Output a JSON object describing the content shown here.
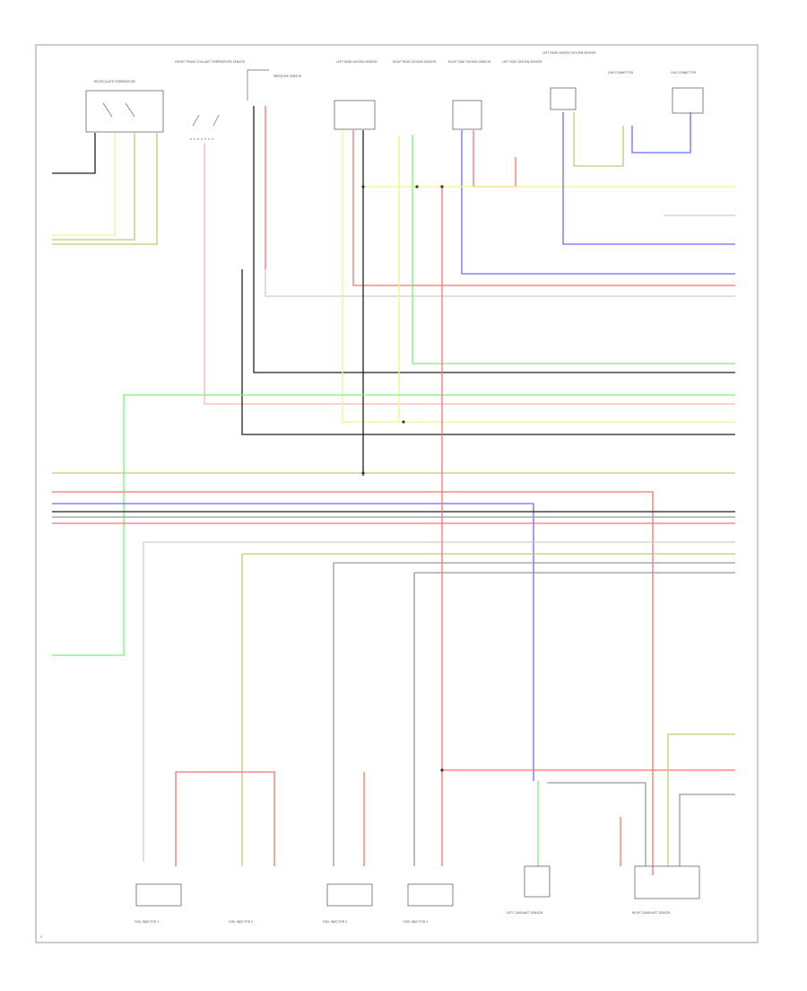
{
  "colors": {
    "yellow": "#f4f48a",
    "red": "#ff7070",
    "pink": "#ffb4b4",
    "blue": "#6a6aff",
    "green": "#7af07a",
    "black": "#222222",
    "gray": "#9a9a9a",
    "light_gray": "#cfcfcf",
    "olive": "#c8c870",
    "frame": "#9a9a9a"
  },
  "diagram": {
    "top_components": [
      {
        "id": "c1",
        "label": "RECIRCULATE TEMPERATURE"
      },
      {
        "id": "c2",
        "label": "FRONT TRUNK COOLANT TEMPERATURE SENSOR"
      },
      {
        "id": "c3",
        "label": "PRESSURE SENSOR"
      },
      {
        "id": "c4",
        "label": "LEFT REAR OXYGEN SENSOR"
      },
      {
        "id": "c5",
        "label": "RIGHT REAR OXYGEN SENSOR"
      },
      {
        "id": "c6",
        "label": "RIGHT SIDE OXYGEN SENSOR"
      },
      {
        "id": "c7",
        "label": "LEFT SIDE OXYGEN SENSOR"
      },
      {
        "id": "c8",
        "label": "LEFT REAR HEATED OXYGEN SENSOR"
      },
      {
        "id": "c9",
        "label": "CAN CONNECTOR"
      },
      {
        "id": "c10",
        "label": "CAN CONNECTOR"
      }
    ],
    "bottom_components": [
      {
        "id": "b1",
        "label": "FUEL INJECTOR 1"
      },
      {
        "id": "b2",
        "label": "FUEL INJECTOR 2"
      },
      {
        "id": "b3",
        "label": "FUEL INJECTOR 3"
      },
      {
        "id": "b4",
        "label": "FUEL INJECTOR 4"
      },
      {
        "id": "b5",
        "label": "LEFT CAMSHAFT SENSOR"
      },
      {
        "id": "b6",
        "label": "RIGHT CAMSHAFT SENSOR"
      }
    ],
    "footer_code": "S"
  }
}
